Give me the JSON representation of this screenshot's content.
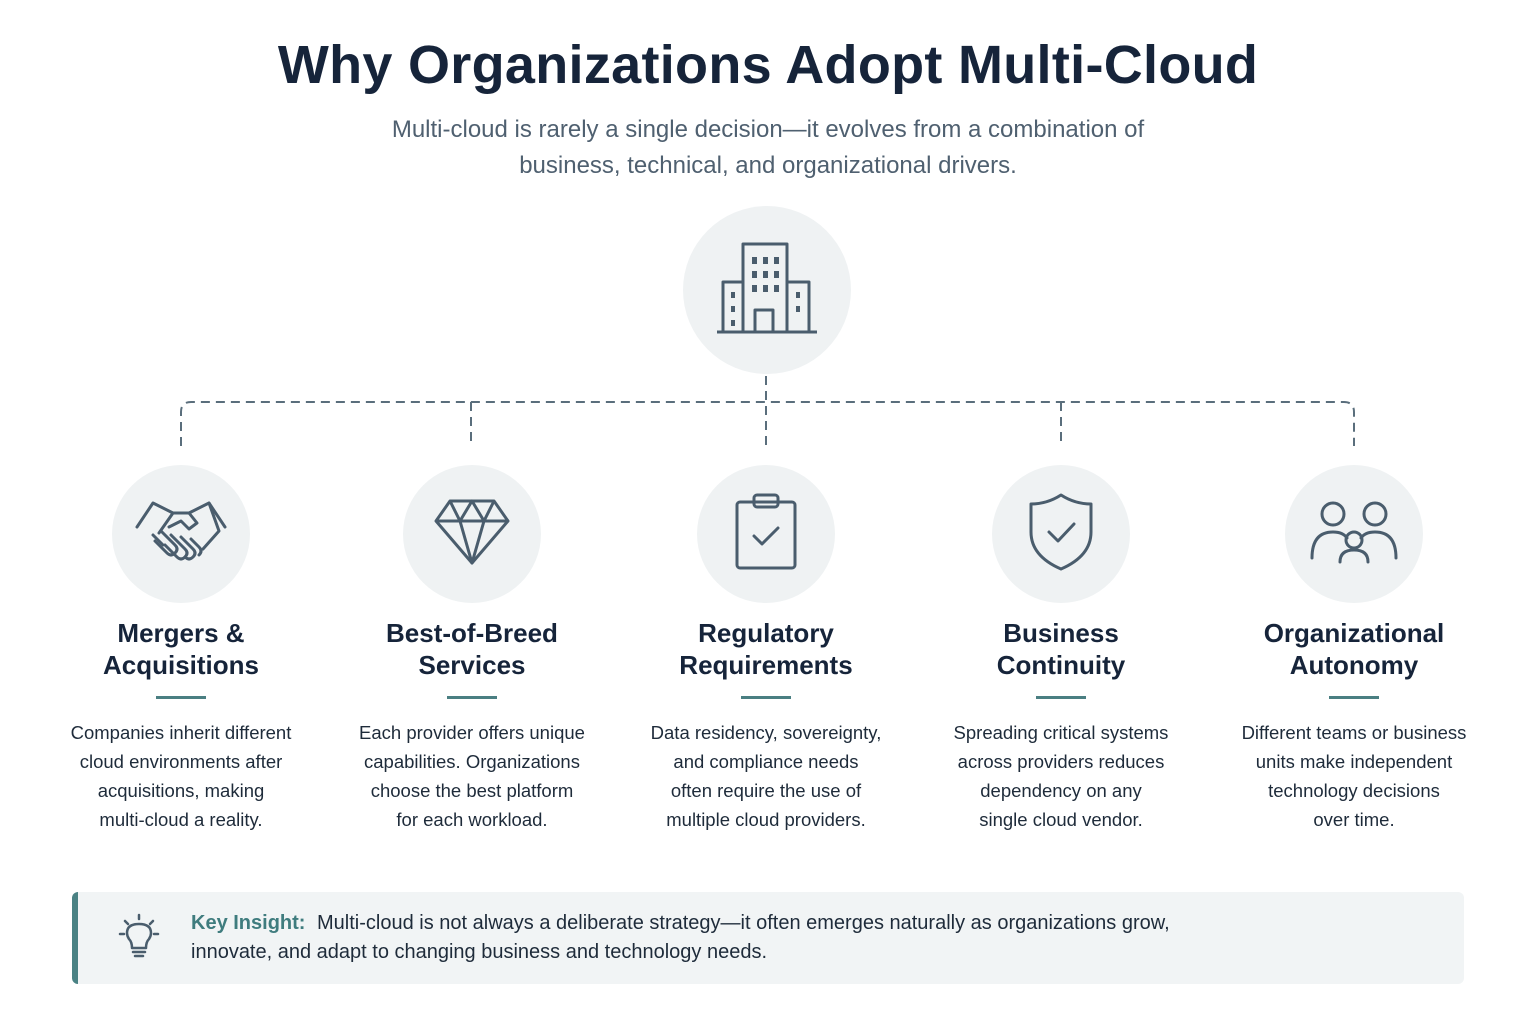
{
  "title": "Why Organizations Adopt Multi-Cloud",
  "subtitle_lines": [
    "Multi-cloud is rarely a single decision—it evolves from a combination of",
    "business, technical, and organizational drivers."
  ],
  "hub": {
    "icon": "building-icon"
  },
  "colors": {
    "heading": "#16243a",
    "accent_teal": "#4a7f82",
    "circle_bg": "#eff2f3",
    "connector": "#5a6e7c"
  },
  "drivers": [
    {
      "icon": "handshake-icon",
      "title_lines": [
        "Mergers &",
        "Acquisitions"
      ],
      "description_lines": [
        "Companies inherit different",
        "cloud environments after",
        "acquisitions, making",
        "multi-cloud a reality."
      ]
    },
    {
      "icon": "diamond-icon",
      "title_lines": [
        "Best-of-Breed",
        "Services"
      ],
      "description_lines": [
        "Each provider offers unique",
        "capabilities. Organizations",
        "choose the best platform",
        "for each workload."
      ]
    },
    {
      "icon": "clipboard-check-icon",
      "title_lines": [
        "Regulatory",
        "Requirements"
      ],
      "description_lines": [
        "Data residency, sovereignty,",
        "and compliance needs",
        "often require the use of",
        "multiple cloud providers."
      ]
    },
    {
      "icon": "shield-check-icon",
      "title_lines": [
        "Business",
        "Continuity"
      ],
      "description_lines": [
        "Spreading critical systems",
        "across providers reduces",
        "dependency on any",
        "single cloud vendor."
      ]
    },
    {
      "icon": "users-group-icon",
      "title_lines": [
        "Organizational",
        "Autonomy"
      ],
      "description_lines": [
        "Different teams or business",
        "units make independent",
        "technology decisions",
        "over time."
      ]
    }
  ],
  "insight": {
    "icon": "lightbulb-icon",
    "label": "Key Insight:",
    "text_lines": [
      "Multi-cloud is not always a deliberate strategy—it often emerges naturally as organizations grow,",
      "innovate, and adapt to changing business and technology needs."
    ]
  }
}
